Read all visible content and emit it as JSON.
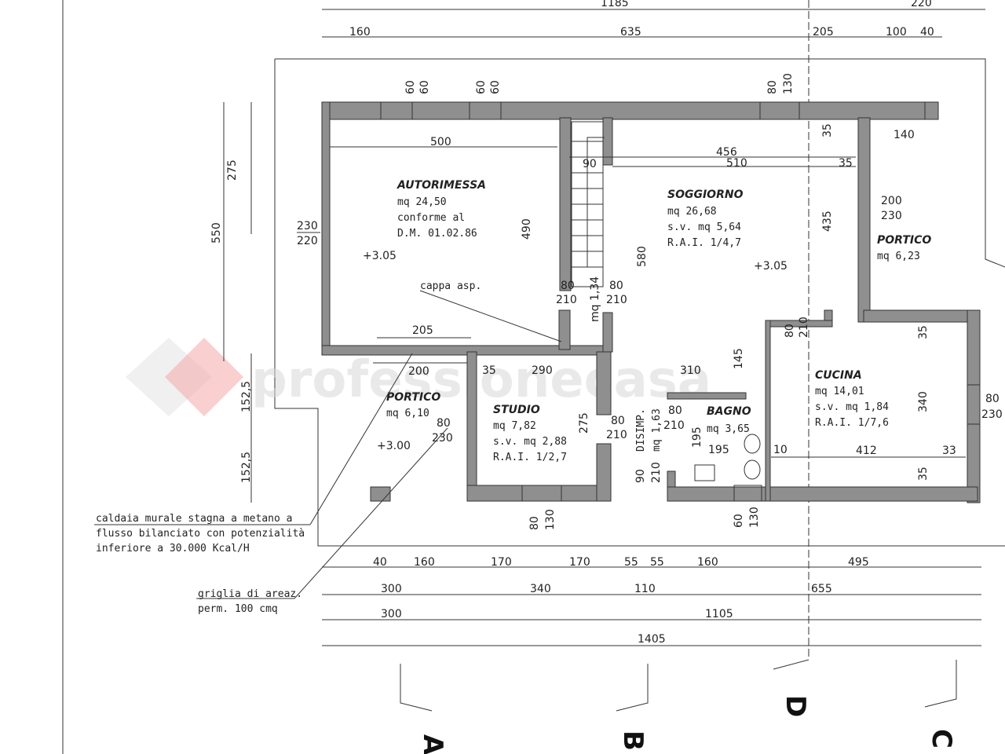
{
  "top_dims": {
    "total": "1185",
    "right_total": "220",
    "d1": "160",
    "d2": "635",
    "d3": "205",
    "d4": "100",
    "d5": "40"
  },
  "left_dims": {
    "h1": "275",
    "h2": "550",
    "h3": "152,5",
    "h4": "152,5"
  },
  "window_marks": {
    "w1a": "60",
    "w1b": "60",
    "w2a": "60",
    "w2b": "60",
    "w3a": "80",
    "w3b": "130",
    "w_cuc_a": "80",
    "w_cuc_b": "230",
    "w_st_a": "80",
    "w_st_b": "130",
    "w_ba_a": "60",
    "w_ba_b": "130"
  },
  "rooms": {
    "autorimessa": {
      "name": "AUTORIMESSA",
      "l1": "mq 24,50",
      "l2": "conforme al",
      "l3": "D.M. 01.02.86",
      "level": "+3.05",
      "w": "500",
      "h": "490",
      "door_a": "230",
      "door_b": "220",
      "inner": "205"
    },
    "scala": {
      "w": "90",
      "h": "580",
      "door_l_a": "80",
      "door_l_b": "210",
      "door_r_a": "80",
      "door_r_b": "210",
      "area": "mq 1,34"
    },
    "soggiorno": {
      "name": "SOGGIORNO",
      "l1": "mq 26,68",
      "l2": "s.v. mq 5,64",
      "l3": "R.A.I. 1/4,7",
      "level": "+3.05",
      "w1": "456",
      "w2": "510",
      "h": "435",
      "side": "35",
      "side2": "35",
      "door_a": "80",
      "door_b": "210",
      "d145": "145"
    },
    "portico_dx": {
      "name": "PORTICO",
      "l1": "mq 6,23",
      "w": "140",
      "door_a": "200",
      "door_b": "230"
    },
    "portico_sx": {
      "name": "PORTICO",
      "l1": "mq 6,10",
      "level": "+3.00",
      "w": "200"
    },
    "studio": {
      "name": "STUDIO",
      "l1": "mq 7,82",
      "l2": "s.v. mq 2,88",
      "l3": "R.A.I. 1/2,7",
      "w1": "35",
      "w2": "290",
      "h": "275",
      "door_a": "80",
      "door_b": "230",
      "door2_a": "80",
      "door2_b": "210"
    },
    "disimp": {
      "name": "DISIMP.",
      "l1": "mq 1,63",
      "door_a": "90",
      "door_b": "210",
      "w": "310"
    },
    "bagno": {
      "name": "BAGNO",
      "l1": "mq 3,65",
      "w": "195",
      "h": "195",
      "door_a": "80",
      "door_b": "210",
      "d10": "10"
    },
    "cucina": {
      "name": "CUCINA",
      "l1": "mq 14,01",
      "l2": "s.v. mq 1,84",
      "l3": "R.A.I. 1/7,6",
      "w": "412",
      "h": "340",
      "d33": "33",
      "d35a": "35",
      "d35b": "35"
    }
  },
  "notes": {
    "cappa": "cappa asp.",
    "caldaia1": "caldaia murale stagna a metano a",
    "caldaia2": "flusso bilanciato con potenzialità",
    "caldaia3": "inferiore a 30.000 Kcal/H",
    "griglia1": "griglia di areaz.",
    "griglia2": "perm. 100 cmq"
  },
  "bottom_dims": {
    "r1": [
      "40",
      "160",
      "170",
      "170",
      "55",
      "55",
      "160",
      "495"
    ],
    "r2": [
      "300",
      "340",
      "110",
      "655"
    ],
    "r3": [
      "300",
      "1105"
    ],
    "r4": [
      "1405"
    ]
  },
  "sections": {
    "a": "A",
    "b": "B",
    "c": "C",
    "d": "D"
  },
  "watermark": "professionecasa"
}
